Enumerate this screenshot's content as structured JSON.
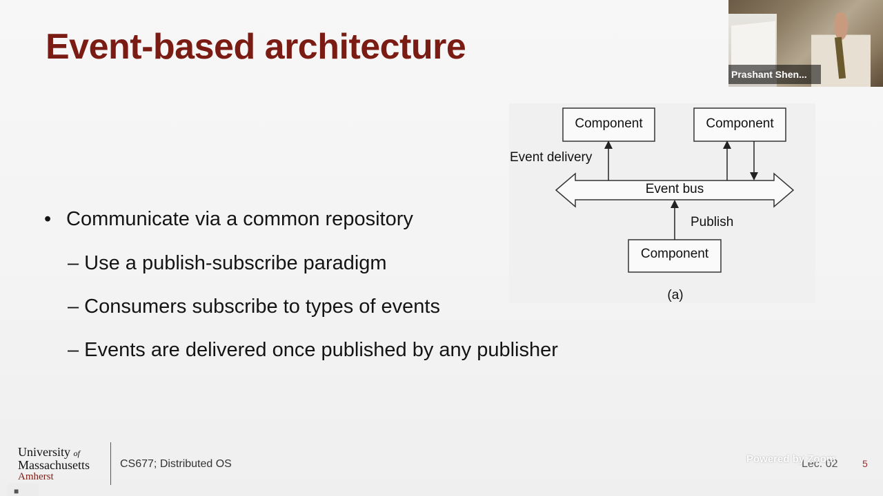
{
  "slide": {
    "title": "Event-based architecture",
    "bullets": {
      "main": "Communicate via a common repository",
      "subs": [
        "Use a publish-subscribe paradigm",
        "Consumers subscribe to types of events",
        "Events are delivered once published by any publisher"
      ]
    },
    "bullet_glyph": "•",
    "sub_glyph": "–"
  },
  "diagram": {
    "component_left": "Component",
    "component_right": "Component",
    "component_bottom": "Component",
    "event_delivery": "Event delivery",
    "event_bus": "Event bus",
    "publish": "Publish",
    "caption": "(a)"
  },
  "footer": {
    "logo_line1": "University",
    "logo_of": "of",
    "logo_line2": "Massachusetts",
    "logo_line3": "Amherst",
    "course": "CS677; Distributed OS",
    "lecture": "Lec. 02",
    "page": "5",
    "powered_by": "Powered by Zoom"
  },
  "video": {
    "participant_name": "Prashant Shen..."
  },
  "colors": {
    "title": "#7b1c14",
    "text": "#141414",
    "background": "#f4f4f4"
  }
}
